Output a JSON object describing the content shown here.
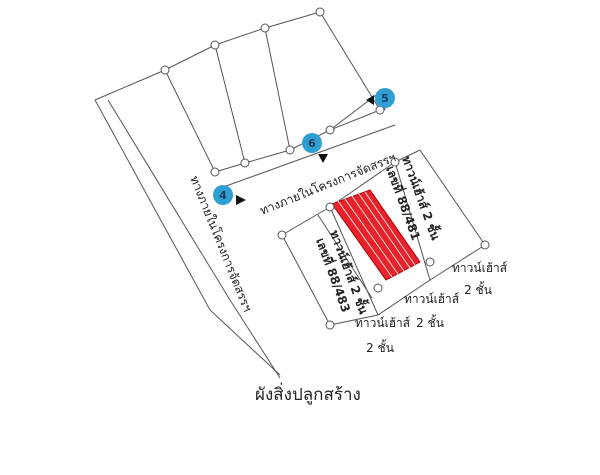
{
  "title": "ผังสิ่งปลูกสร้าง",
  "markers": [
    {
      "label": "4"
    },
    {
      "label": "6"
    },
    {
      "label": "5"
    }
  ],
  "roads": {
    "left": "ทางภายในโครงการจัดสรรฯ",
    "center": "ทางภายในโครงการจัดสรรฯ"
  },
  "plots": {
    "main": {
      "type": "ทาวน์เฮ้าส์ 2 ชั้น",
      "number": "เลขที่ 88/481"
    },
    "neighbor": {
      "type": "ทาวน์เฮ้าส์ 2 ชั้น",
      "number": "เลขที่ 88/483"
    }
  },
  "townhouses": [
    {
      "name": "ทาวน์เฮ้าส์",
      "floors": "2 ชั้น"
    },
    {
      "name": "ทาวน์เฮ้าส์",
      "floors": "2 ชั้น"
    },
    {
      "name": "ทาวน์เฮ้าส์",
      "floors": "2 ชั้น"
    }
  ],
  "colors": {
    "highlight": "#e8222a",
    "marker": "#2f9fd3"
  }
}
